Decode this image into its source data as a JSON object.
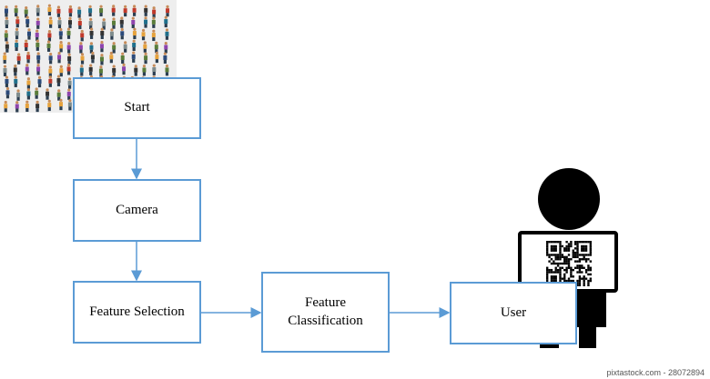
{
  "nodes": [
    {
      "id": "start",
      "label": "Start"
    },
    {
      "id": "camera",
      "label": "Camera"
    },
    {
      "id": "feature-selection",
      "label": "Feature Selection"
    },
    {
      "id": "feature-classification",
      "label": "Feature\nClassification"
    },
    {
      "id": "user",
      "label": "User"
    }
  ],
  "edges": [
    {
      "from": "start",
      "to": "camera"
    },
    {
      "from": "camera",
      "to": "feature-selection"
    },
    {
      "from": "feature-selection",
      "to": "feature-classification"
    },
    {
      "from": "feature-classification",
      "to": "user"
    }
  ],
  "watermark": "pixtastock.com - 28072894",
  "colors": {
    "box_border": "#5b9bd5",
    "arrow": "#5b9bd5",
    "silhouette": "#000000"
  }
}
